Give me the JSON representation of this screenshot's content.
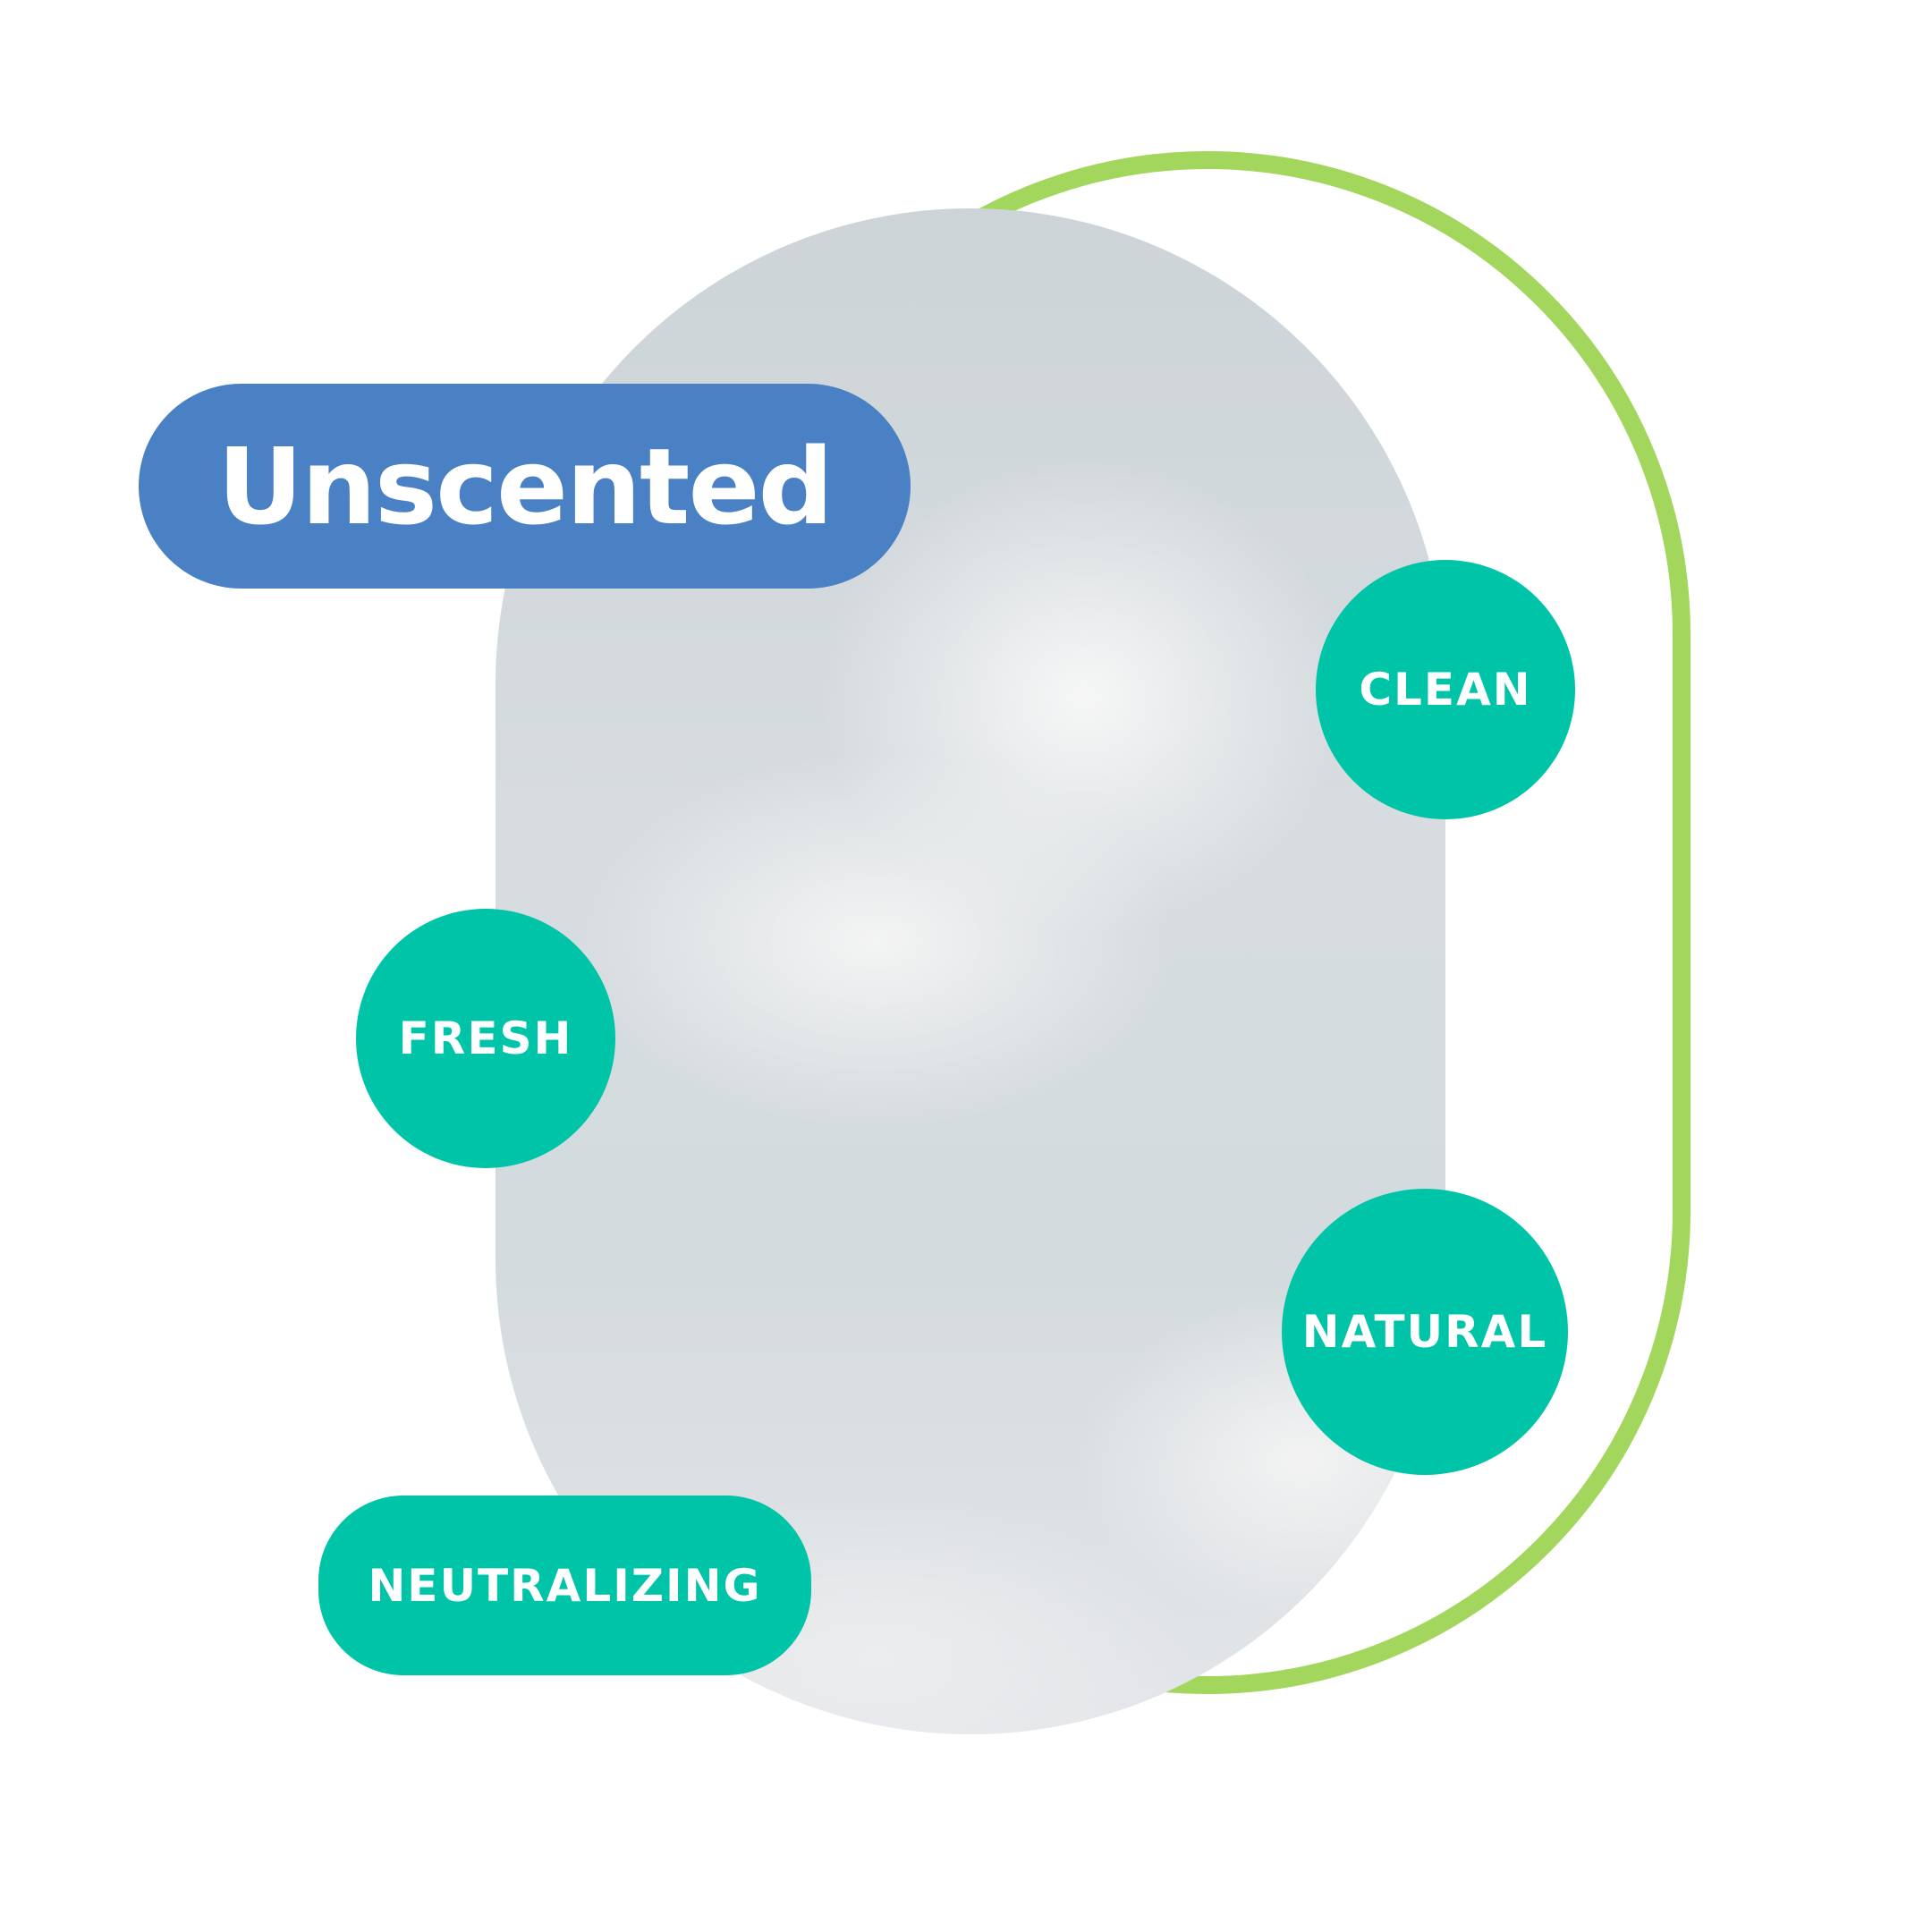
{
  "title": "Unscented",
  "attributes": [
    "CLEAN",
    "FRESH",
    "NATURAL",
    "NEUTRALIZING"
  ],
  "colors": {
    "title_bg": "#4a80c4",
    "badge_bg": "#00c4a7",
    "outline": "#a3d65c"
  }
}
